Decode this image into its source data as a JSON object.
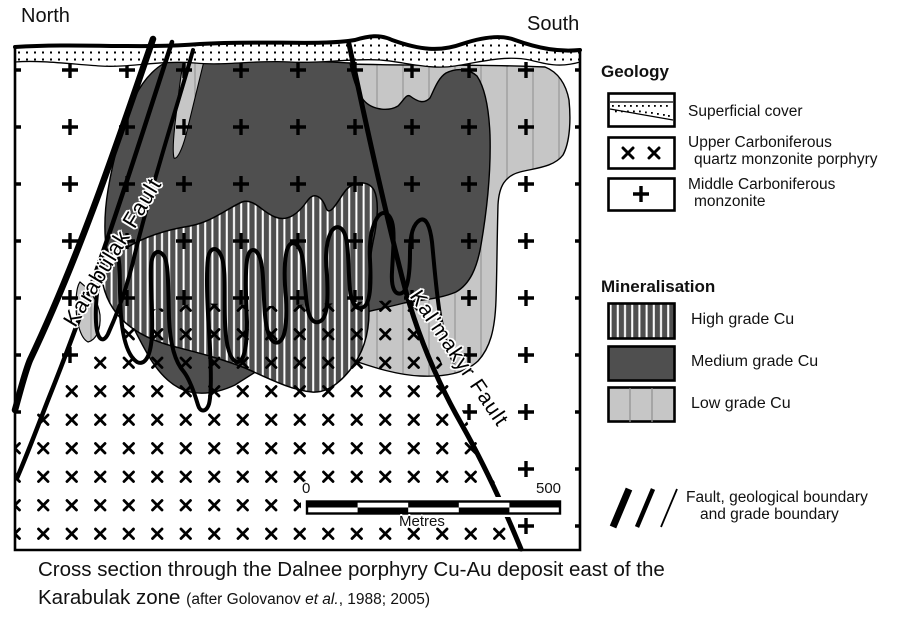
{
  "section": {
    "north": "North",
    "south": "South",
    "karabulak_fault": "Karabülak Fault",
    "kalmakyr_fault": "Kal'makyr Fault",
    "scale": {
      "zero": "0",
      "max": "500",
      "unit": "Metres"
    }
  },
  "legend": {
    "geology_title": "Geology",
    "geology_items": [
      {
        "line1": "Superficial cover",
        "line2": ""
      },
      {
        "line1": "Upper Carboniferous",
        "line2": "quartz monzonite porphyry"
      },
      {
        "line1": "Middle Carboniferous",
        "line2": "monzonite"
      }
    ],
    "mineralisation_title": "Mineralisation",
    "mineralisation_items": [
      {
        "label": "High grade Cu"
      },
      {
        "label": "Medium grade Cu"
      },
      {
        "label": "Low grade Cu"
      }
    ],
    "fault_note_line1": "Fault, geological boundary",
    "fault_note_line2": "and grade boundary"
  },
  "caption": {
    "line1": "Cross section through the Dalnee porphyry Cu-Au deposit east of the",
    "line2_main": "Karabulak zone",
    "credit_pre": "(after Golovanov ",
    "credit_italic": "et al.",
    "credit_post": ", 1988; 2005)"
  },
  "colors": {
    "medium_grade": "#4f4f4f",
    "high_grade_base": "#4f4f4f",
    "high_grade_stripe": "#ffffff",
    "low_grade": "#c6c6c6",
    "low_grade_line": "#8f8f8f",
    "outline": "#000000",
    "background": "#ffffff"
  }
}
